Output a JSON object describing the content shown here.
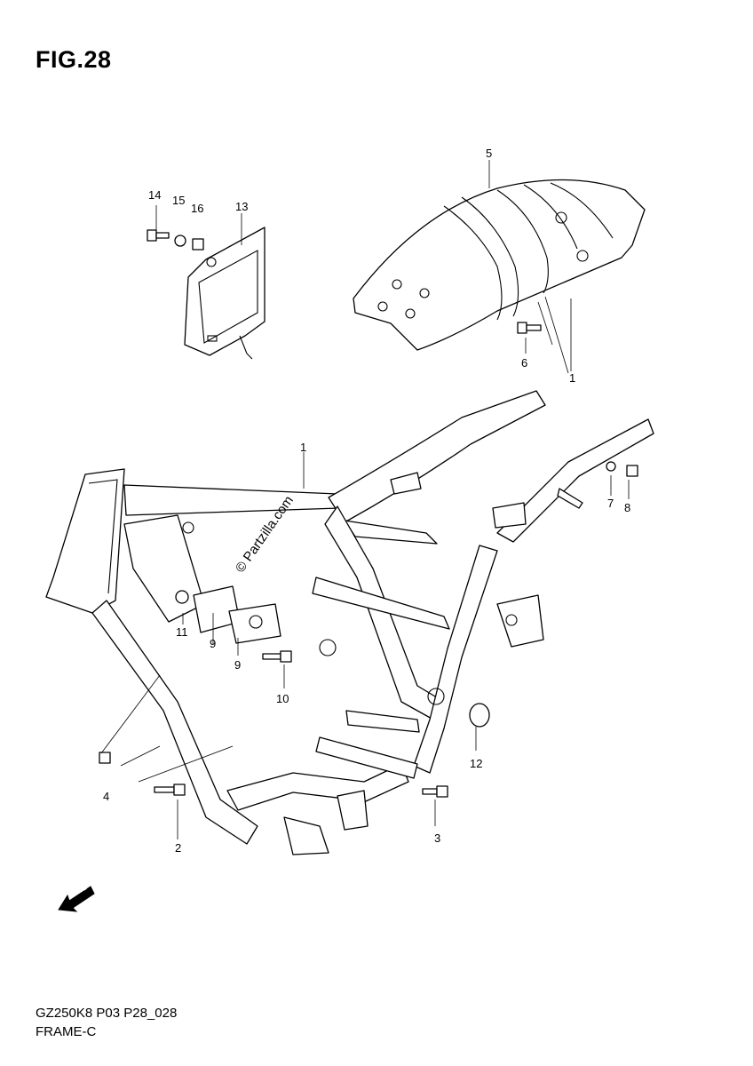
{
  "figure": {
    "title": "FIG.28",
    "code": "GZ250K8 P03 P28_028",
    "name": "FRAME-C",
    "watermark": "© Partzilla.com",
    "direction_label": "FWD"
  },
  "callouts": [
    {
      "id": "1",
      "label": "1"
    },
    {
      "id": "1b",
      "label": "1"
    },
    {
      "id": "2",
      "label": "2"
    },
    {
      "id": "3",
      "label": "3"
    },
    {
      "id": "4",
      "label": "4"
    },
    {
      "id": "5",
      "label": "5"
    },
    {
      "id": "6",
      "label": "6"
    },
    {
      "id": "7",
      "label": "7"
    },
    {
      "id": "8",
      "label": "8"
    },
    {
      "id": "9a",
      "label": "9"
    },
    {
      "id": "9b",
      "label": "9"
    },
    {
      "id": "10",
      "label": "10"
    },
    {
      "id": "11",
      "label": "11"
    },
    {
      "id": "12",
      "label": "12"
    },
    {
      "id": "13",
      "label": "13"
    },
    {
      "id": "14",
      "label": "14"
    },
    {
      "id": "15",
      "label": "15"
    },
    {
      "id": "16",
      "label": "16"
    }
  ]
}
